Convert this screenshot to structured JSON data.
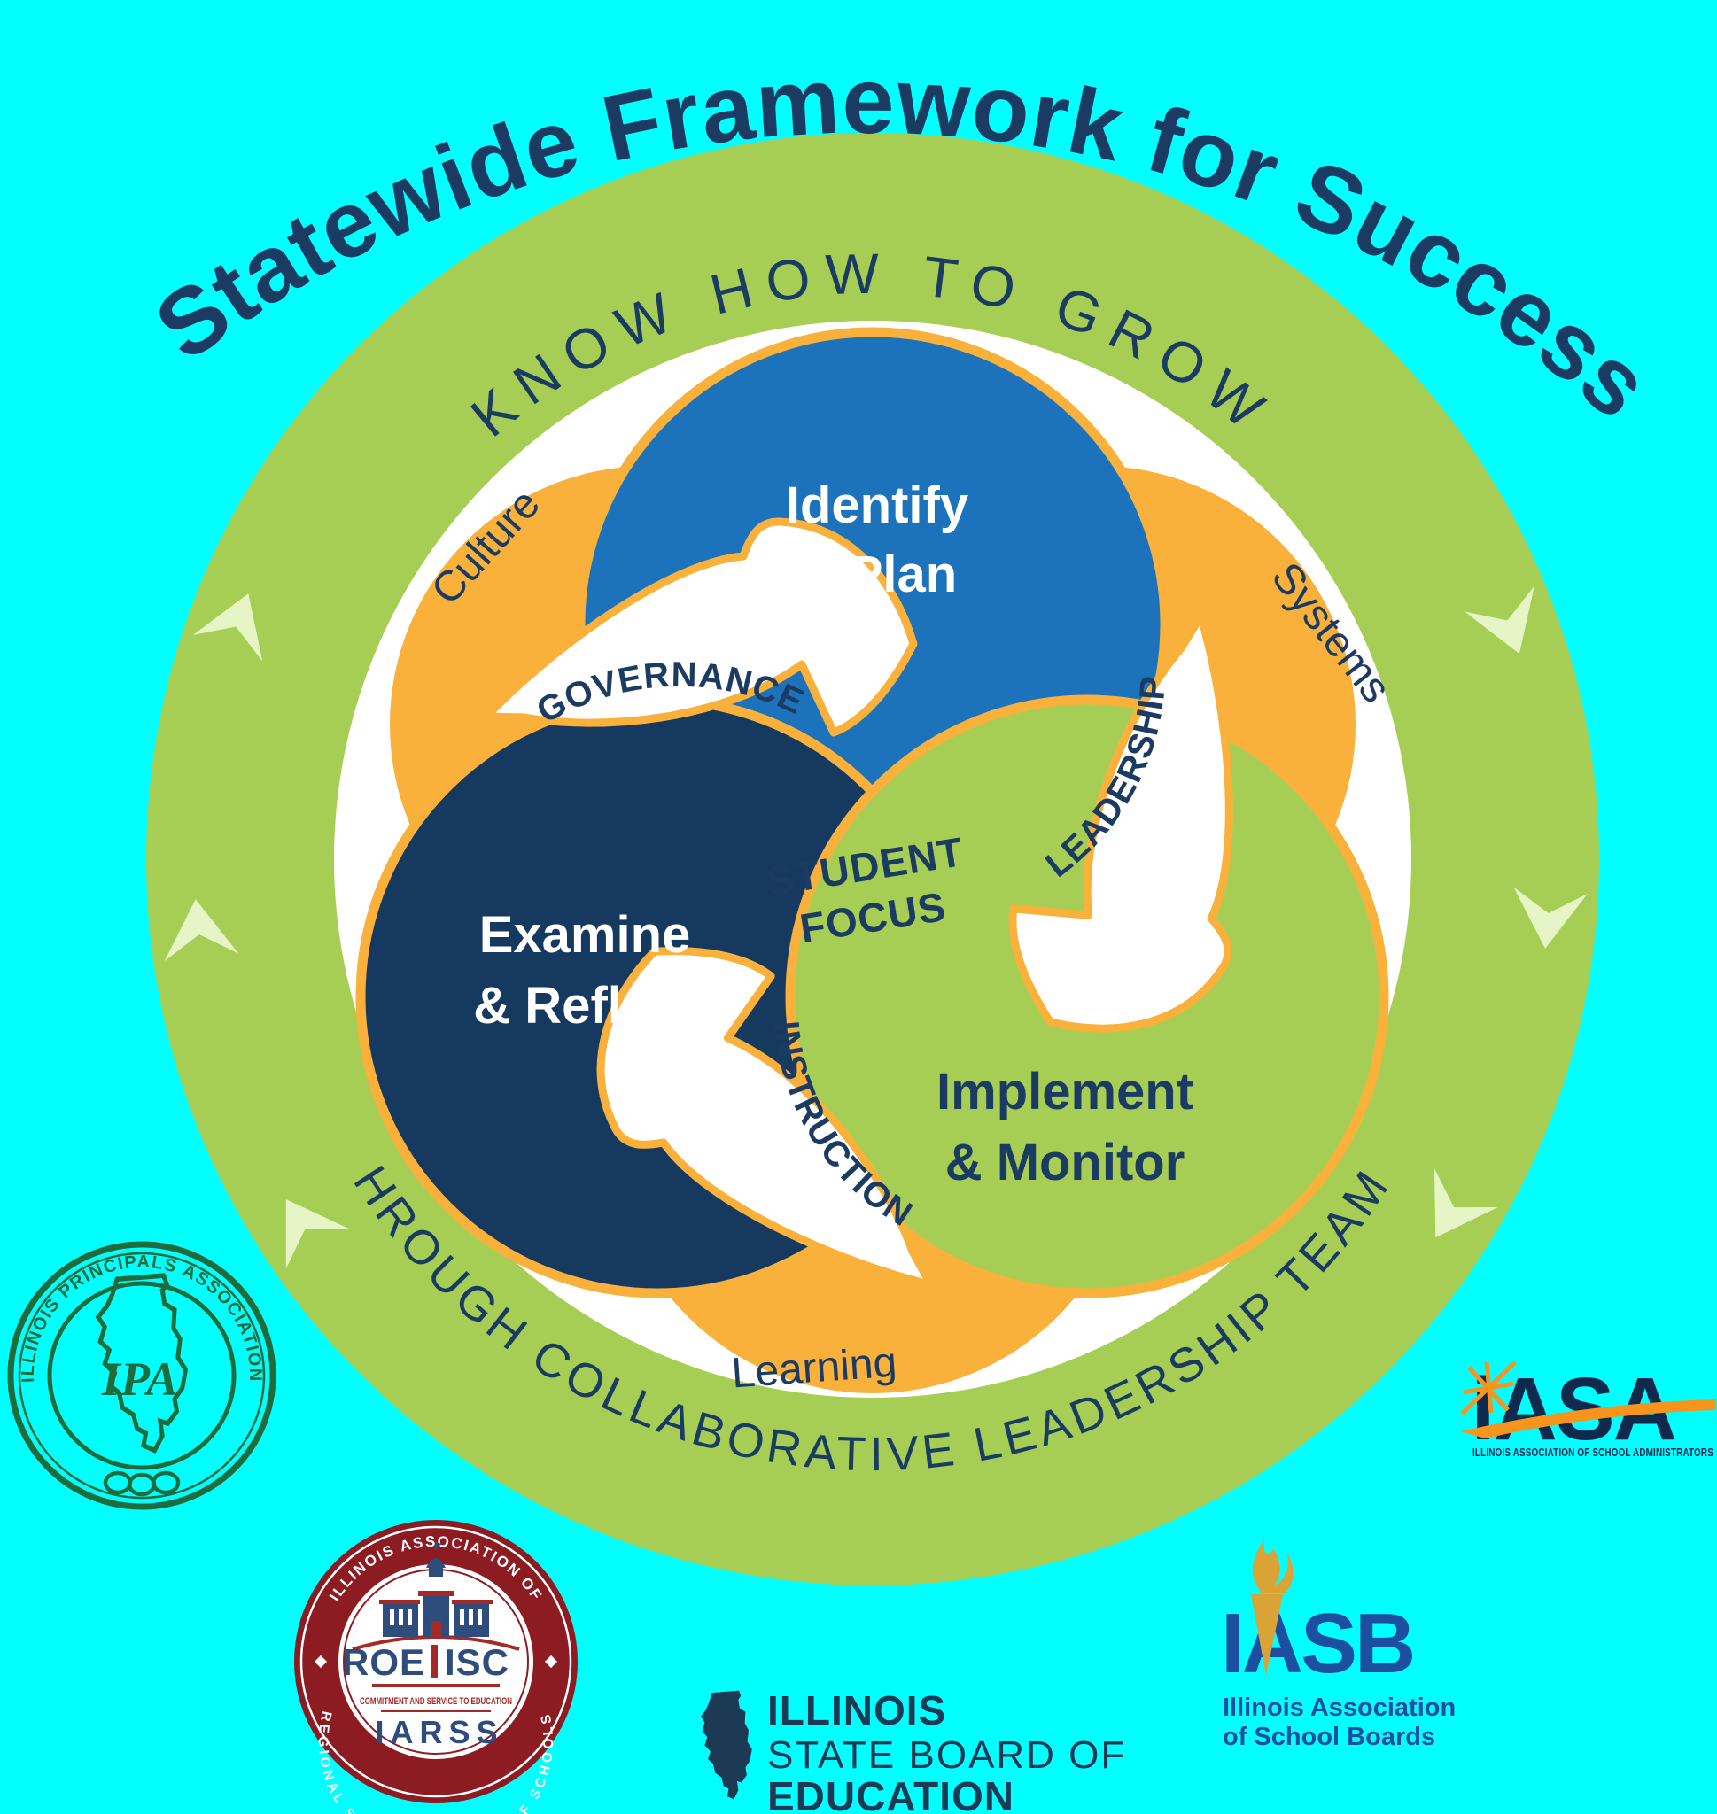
{
  "title": "Statewide Framework for Success",
  "ring": {
    "top_label": "KNOW HOW TO GROW",
    "bottom_label": "THROUGH COLLABORATIVE LEADERSHIP TEAMS"
  },
  "petals": {
    "top_left": "Culture",
    "right": "Systems",
    "bottom": "Learning"
  },
  "circles": {
    "identify": {
      "line1": "Identify",
      "line2": "& Plan"
    },
    "examine": {
      "line1": "Examine",
      "line2": "& Reflect"
    },
    "implement": {
      "line1": "Implement",
      "line2": "& Monitor"
    }
  },
  "arrows": {
    "governance": "GOVERNANCE",
    "leadership": "LEADERSHIP",
    "instruction": "INSTRUCTION"
  },
  "center": {
    "line1": "STUDENT",
    "line2": "FOCUS"
  },
  "logos": {
    "ipa": {
      "ring_text": "ILLINOIS PRINCIPALS ASSOCIATION",
      "monogram": "IPA"
    },
    "roeisc": {
      "arc_top": "ILLINOIS ASSOCIATION OF",
      "arc_bottom": "REGIONAL SUPERINTENDENTS OF SCHOOLS",
      "name_left": "ROE",
      "name_right": "ISC",
      "tagline": "COMMITMENT AND SERVICE TO EDUCATION",
      "acronym": "IARSS"
    },
    "isbe": {
      "line1": "ILLINOIS",
      "line2": "STATE BOARD OF",
      "line3": "EDUCATION"
    },
    "iasb": {
      "acronym": "IASB",
      "line1": "Illinois Association",
      "line2": "of School Boards"
    },
    "iasa": {
      "acronym": "iASA",
      "tagline": "ILLINOIS ASSOCIATION OF SCHOOL ADMINISTRATORS"
    }
  },
  "colors": {
    "background": "#00ffff",
    "ring_green": "#A6CE55",
    "chevron_light": "#E6F5C6",
    "petal_orange": "#F9B13C",
    "circle_blue": "#1C73BC",
    "circle_navy": "#163A5F",
    "text_navy": "#1B3B63",
    "ipa_green": "#1E6B3C",
    "roe_maroon": "#8C1C22",
    "roe_navy": "#2E4D7C",
    "roe_red": "#A32A26",
    "iasb_blue": "#1D4FA1",
    "iasb_gold": "#D9A336",
    "iasa_navy": "#0F2A4D",
    "iasa_orange": "#F7941E",
    "isbe_navy": "#1C3A54"
  }
}
